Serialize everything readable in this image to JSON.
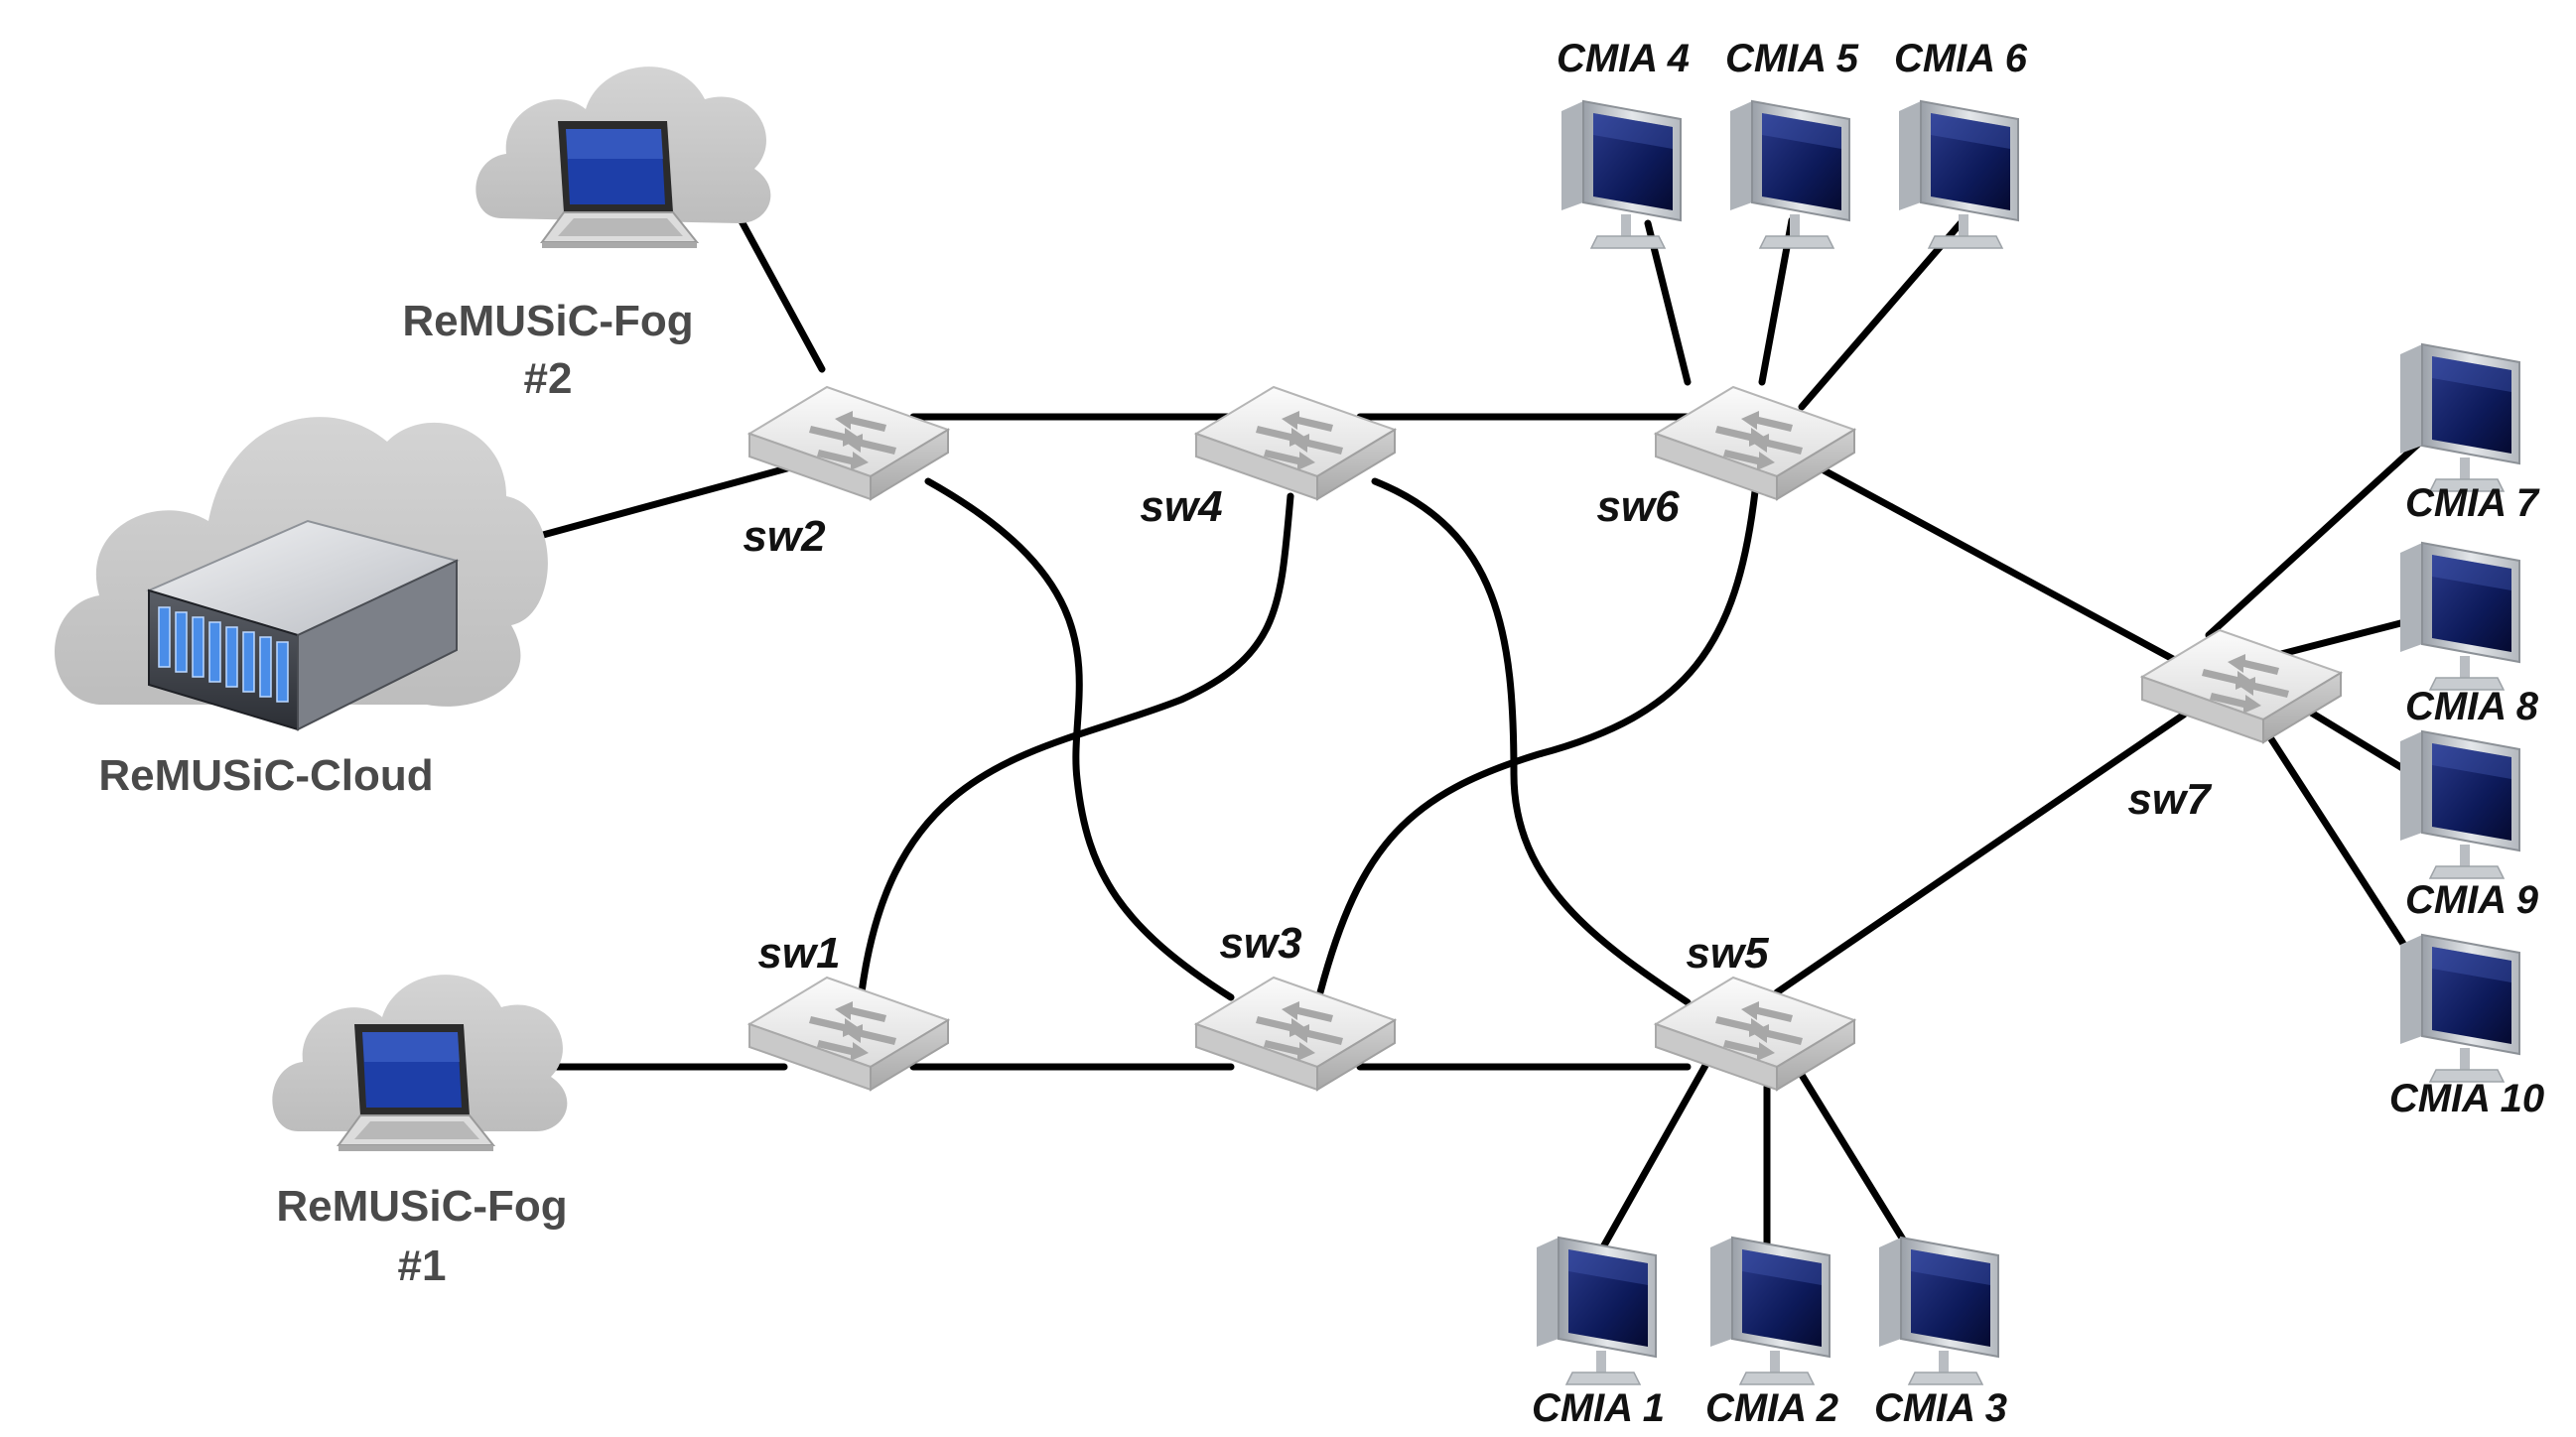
{
  "nodes": {
    "cloud": {
      "label": "ReMUSiC-Cloud"
    },
    "fog1": {
      "label_line1": "ReMUSiC-Fog",
      "label_line2": "#1"
    },
    "fog2": {
      "label_line1": "ReMUSiC-Fog",
      "label_line2": "#2"
    }
  },
  "switches": [
    {
      "id": "sw1",
      "label": "sw1"
    },
    {
      "id": "sw2",
      "label": "sw2"
    },
    {
      "id": "sw3",
      "label": "sw3"
    },
    {
      "id": "sw4",
      "label": "sw4"
    },
    {
      "id": "sw5",
      "label": "sw5"
    },
    {
      "id": "sw6",
      "label": "sw6"
    },
    {
      "id": "sw7",
      "label": "sw7"
    }
  ],
  "terminals": [
    {
      "id": "cmia1",
      "label": "CMIA 1"
    },
    {
      "id": "cmia2",
      "label": "CMIA 2"
    },
    {
      "id": "cmia3",
      "label": "CMIA 3"
    },
    {
      "id": "cmia4",
      "label": "CMIA 4"
    },
    {
      "id": "cmia5",
      "label": "CMIA 5"
    },
    {
      "id": "cmia6",
      "label": "CMIA 6"
    },
    {
      "id": "cmia7",
      "label": "CMIA 7"
    },
    {
      "id": "cmia8",
      "label": "CMIA 8"
    },
    {
      "id": "cmia9",
      "label": "CMIA 9"
    },
    {
      "id": "cmia10",
      "label": "CMIA 10"
    }
  ],
  "links": [
    [
      "fog2",
      "sw2"
    ],
    [
      "cloud",
      "sw2"
    ],
    [
      "fog1",
      "sw1"
    ],
    [
      "sw2",
      "sw4"
    ],
    [
      "sw4",
      "sw6"
    ],
    [
      "sw1",
      "sw3"
    ],
    [
      "sw3",
      "sw5"
    ],
    [
      "sw2",
      "sw3"
    ],
    [
      "sw4",
      "sw1"
    ],
    [
      "sw4",
      "sw5"
    ],
    [
      "sw6",
      "sw3"
    ],
    [
      "sw6",
      "sw7"
    ],
    [
      "sw5",
      "sw7"
    ],
    [
      "sw6",
      "cmia4"
    ],
    [
      "sw6",
      "cmia5"
    ],
    [
      "sw6",
      "cmia6"
    ],
    [
      "sw5",
      "cmia1"
    ],
    [
      "sw5",
      "cmia2"
    ],
    [
      "sw5",
      "cmia3"
    ],
    [
      "sw7",
      "cmia7"
    ],
    [
      "sw7",
      "cmia8"
    ],
    [
      "sw7",
      "cmia9"
    ],
    [
      "sw7",
      "cmia10"
    ]
  ],
  "icons": {
    "switch": "network-switch-icon",
    "monitor": "desktop-monitor-icon",
    "cloud": "cloud-icon",
    "laptop": "laptop-icon",
    "server": "rack-server-icon"
  }
}
